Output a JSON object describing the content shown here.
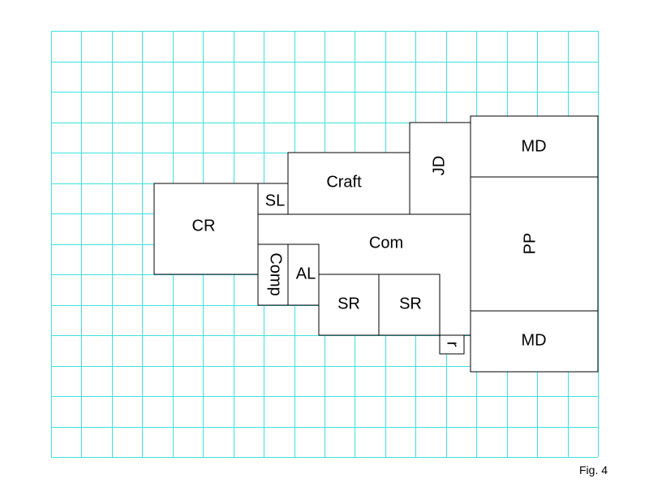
{
  "grid_color": "#40e0e0",
  "line_color": "#000000",
  "caption": "Fig. 4",
  "labels": {
    "cr": "CR",
    "sl": "SL",
    "craft": "Craft",
    "jd": "JD",
    "md_top": "MD",
    "com": "Com",
    "pp": "PP",
    "comp": "Comp",
    "al": "AL",
    "sr_left": "SR",
    "sr_right": "SR",
    "r": "r",
    "md_bottom": "MD"
  }
}
